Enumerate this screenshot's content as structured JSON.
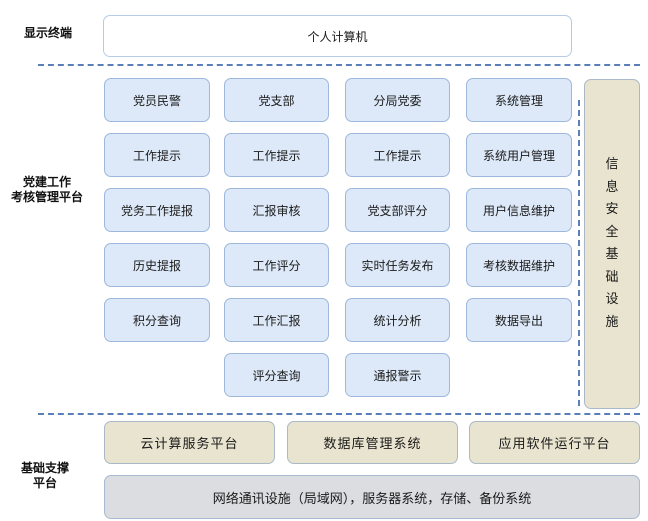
{
  "layers": {
    "display": {
      "label_lines": [
        "显示终端"
      ],
      "terminal": "个人计算机"
    },
    "platform": {
      "label_lines": [
        "党建工作",
        "考核管理平台"
      ],
      "columns": [
        [
          "党员民警",
          "工作提示",
          "党务工作提报",
          "历史提报",
          "积分查询"
        ],
        [
          "党支部",
          "工作提示",
          "汇报审核",
          "工作评分",
          "工作汇报",
          "评分查询"
        ],
        [
          "分局党委",
          "工作提示",
          "党支部评分",
          "实时任务发布",
          "统计分析",
          "通报警示"
        ],
        [
          "系统管理",
          "系统用户管理",
          "用户信息维护",
          "考核数据维护",
          "数据导出"
        ]
      ],
      "security_chars": [
        "信",
        "息",
        "安",
        "全",
        "基",
        "础",
        "设",
        "施"
      ]
    },
    "foundation": {
      "label_lines": [
        "基础支撑",
        "平台"
      ],
      "services": [
        "云计算服务平台",
        "数据库管理系统",
        "应用软件运行平台"
      ],
      "infrastructure": "网络通讯设施（局域网），服务器系统，存储、备份系统"
    }
  }
}
